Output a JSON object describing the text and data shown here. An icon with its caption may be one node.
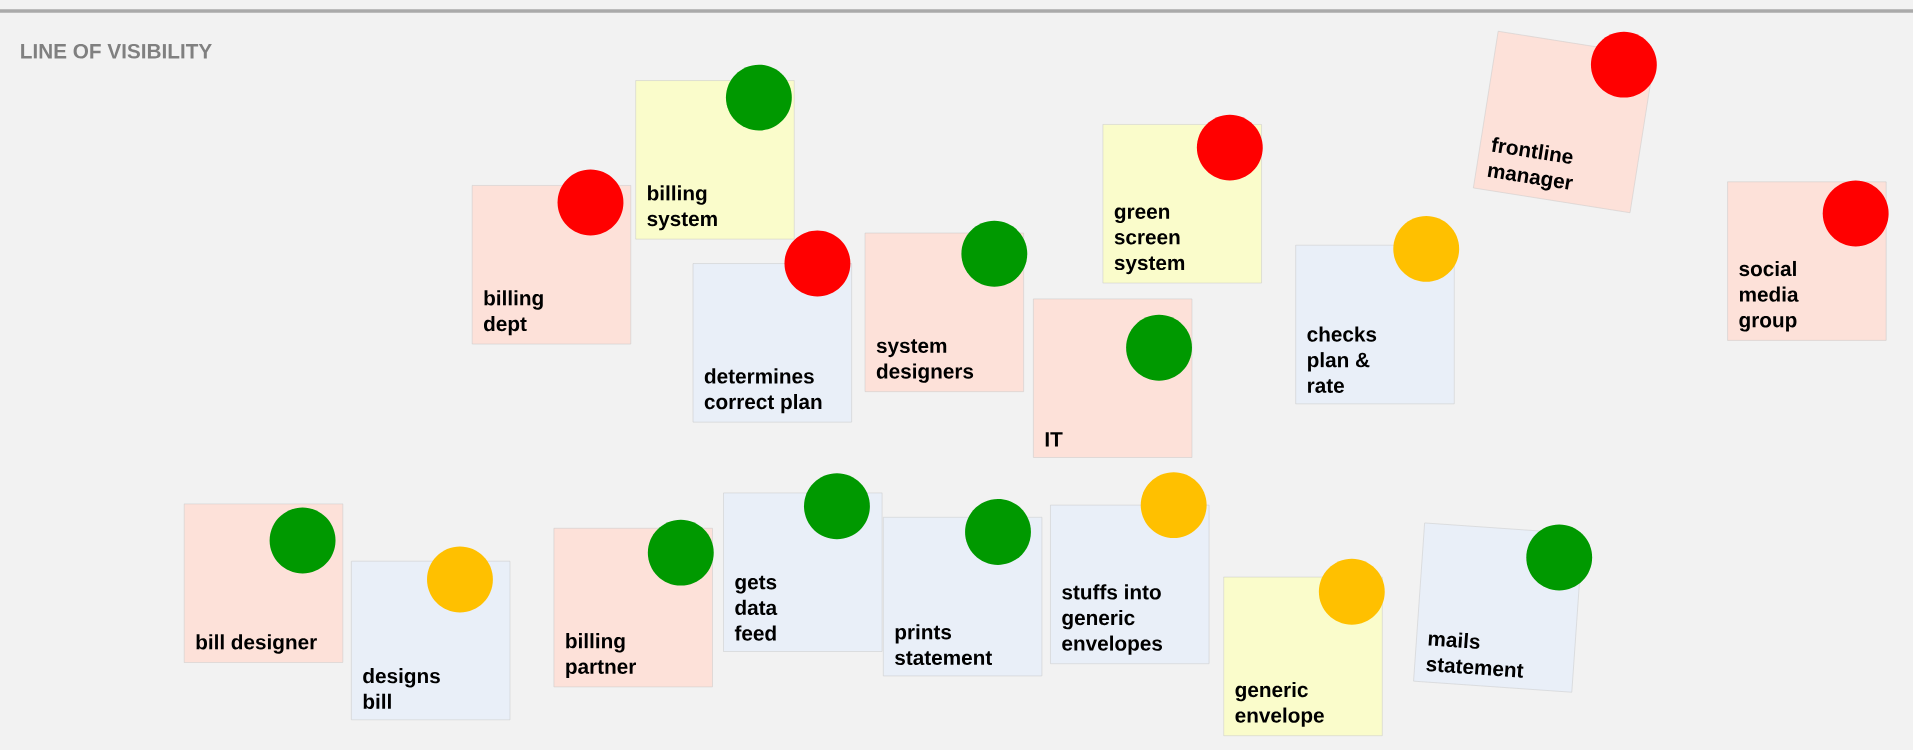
{
  "diagram": {
    "nodes": [
      {
        "text": [
          "billing dept"
        ]
      },
      {
        "text": [
          "billing system"
        ]
      },
      {
        "text": [
          "determines correct plan"
        ]
      },
      {
        "text": [
          "system designers"
        ]
      },
      {
        "text": [
          "IT"
        ]
      },
      {
        "text": [
          "green screen system"
        ]
      },
      {
        "text": [
          "checks plan & rate"
        ]
      },
      {
        "text": [
          "frontline manager"
        ]
      },
      {
        "text": [
          "social media group"
        ]
      },
      {
        "text": [
          "bill designer"
        ]
      },
      {
        "text": [
          "designs bill"
        ]
      },
      {
        "text": [
          "billing partner"
        ]
      },
      {
        "text": [
          "gets data feed"
        ]
      },
      {
        "text": [
          "prints statement"
        ]
      },
      {
        "text": [
          "stuffs into generic envelopes"
        ]
      },
      {
        "text": [
          "generic envelope"
        ]
      },
      {
        "text": [
          "mails statement"
        ]
      }
    ],
    "edges": [],
    "labels": [
      "LINE OF VISIBILITY"
    ]
  }
}
